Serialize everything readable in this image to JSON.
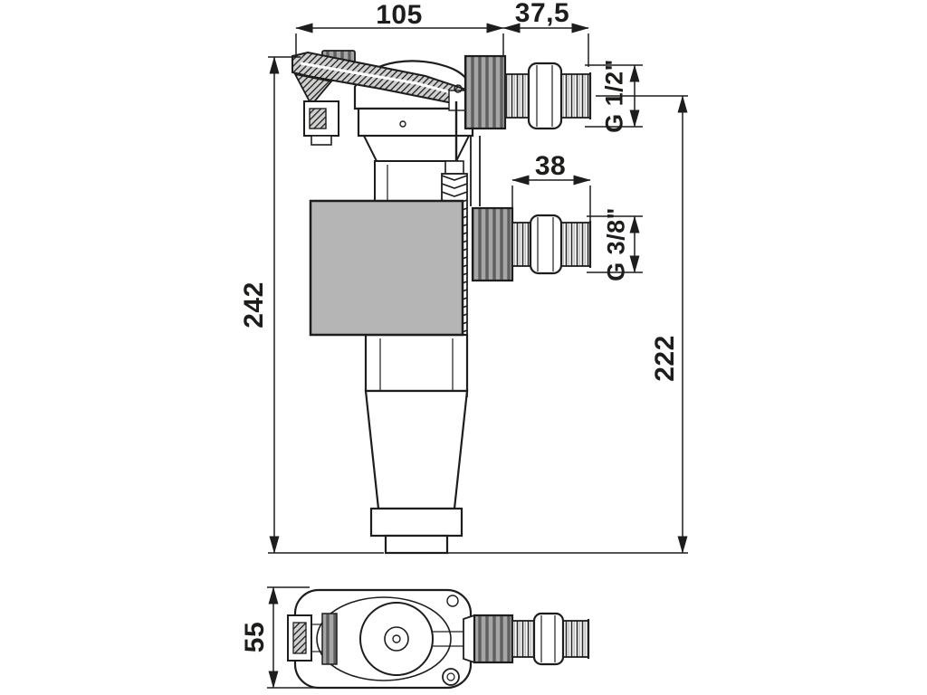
{
  "drawing": {
    "kind": "dimensioned technical drawing",
    "colors": {
      "line": "#1d1d1b",
      "float_fill": "#b5b5b5",
      "metal_fill": "#a6a6a6"
    },
    "labels": {
      "dim_top_width": "105",
      "dim_top_offset": "37,5",
      "thread_upper": "G 1/2\"",
      "dim_mid_width": "38",
      "thread_lower": "G 3/8\"",
      "dim_height_total": "242",
      "dim_height_thread_axis": "222",
      "dim_bottom_view_depth": "55"
    }
  }
}
